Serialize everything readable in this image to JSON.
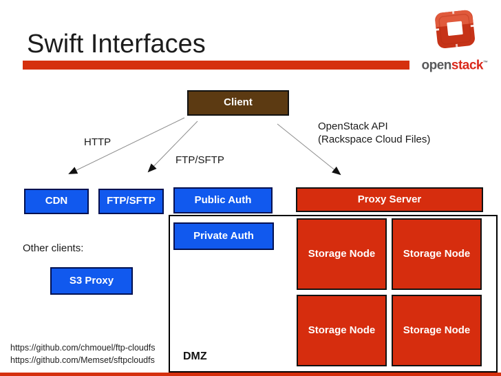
{
  "title": "Swift Interfaces",
  "logo": {
    "word_open": "open",
    "word_stack": "stack",
    "trademark": "™"
  },
  "diagram": {
    "client": "Client",
    "interfaces": {
      "cdn": "CDN",
      "ftp_sftp": "FTP/SFTP",
      "public_auth": "Public Auth",
      "proxy_server": "Proxy Server"
    },
    "dmz": {
      "label": "DMZ",
      "private_auth": "Private Auth",
      "storage_nodes": [
        "Storage Node",
        "Storage Node",
        "Storage Node",
        "Storage Node"
      ]
    },
    "arrow_labels": {
      "http": "HTTP",
      "ftp_sftp": "FTP/SFTP",
      "openstack_api_line1": "OpenStack API",
      "openstack_api_line2": "(Rackspace Cloud Files)"
    },
    "other_clients_label": "Other clients:",
    "s3_proxy": "S3 Proxy"
  },
  "footer_links": [
    "https://github.com/chmouel/ftp-cloudfs",
    "https://github.com/Memset/sftpcloudfs"
  ],
  "colors": {
    "accent_red": "#d5300e",
    "box_red": "#d62d0e",
    "box_blue": "#1159ee",
    "box_brown": "#5c3a12",
    "logo_gray": "#58595b",
    "logo_red": "#da291c"
  }
}
